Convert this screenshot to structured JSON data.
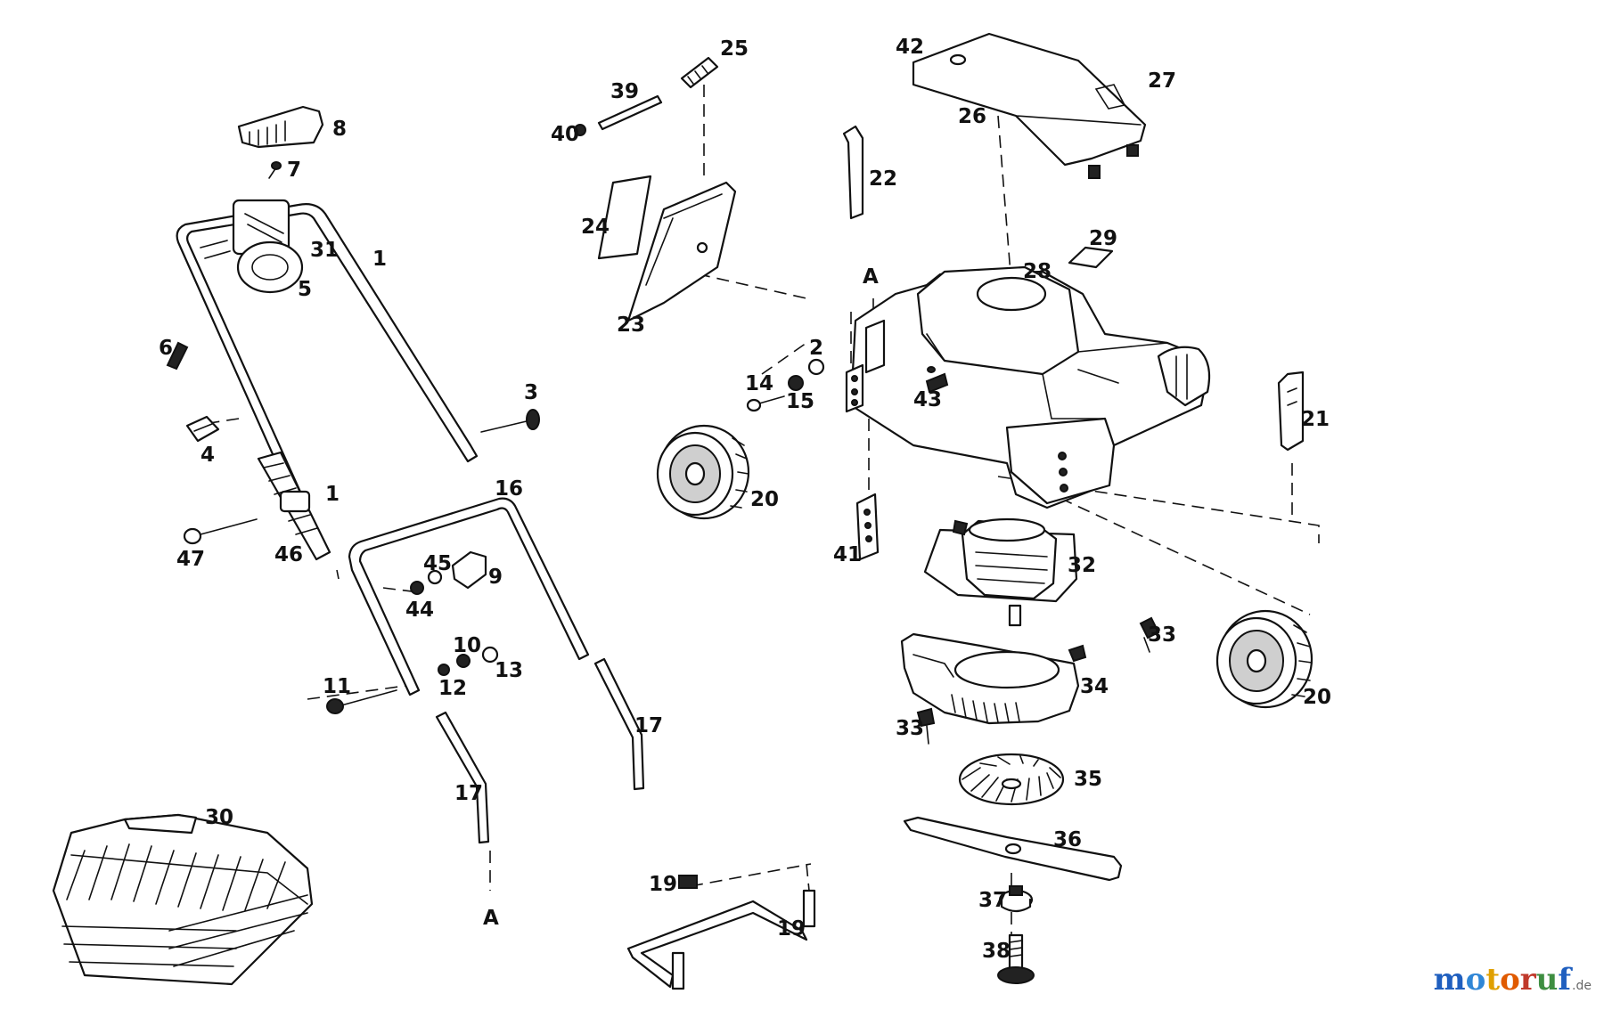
{
  "diagram": {
    "labels": [
      "1",
      "1",
      "2",
      "3",
      "4",
      "5",
      "6",
      "7",
      "8",
      "9",
      "10",
      "11",
      "12",
      "13",
      "14",
      "15",
      "16",
      "17",
      "17",
      "19",
      "19",
      "20",
      "20",
      "21",
      "22",
      "23",
      "24",
      "25",
      "26",
      "27",
      "28",
      "29",
      "30",
      "31",
      "32",
      "33",
      "33",
      "34",
      "35",
      "36",
      "37",
      "38",
      "39",
      "40",
      "41",
      "42",
      "43",
      "44",
      "45",
      "46",
      "47",
      "A",
      "A"
    ]
  },
  "brand": {
    "letters": [
      "m",
      "o",
      "t",
      "o",
      "r",
      "u",
      "f"
    ],
    "suffix": ".de"
  }
}
